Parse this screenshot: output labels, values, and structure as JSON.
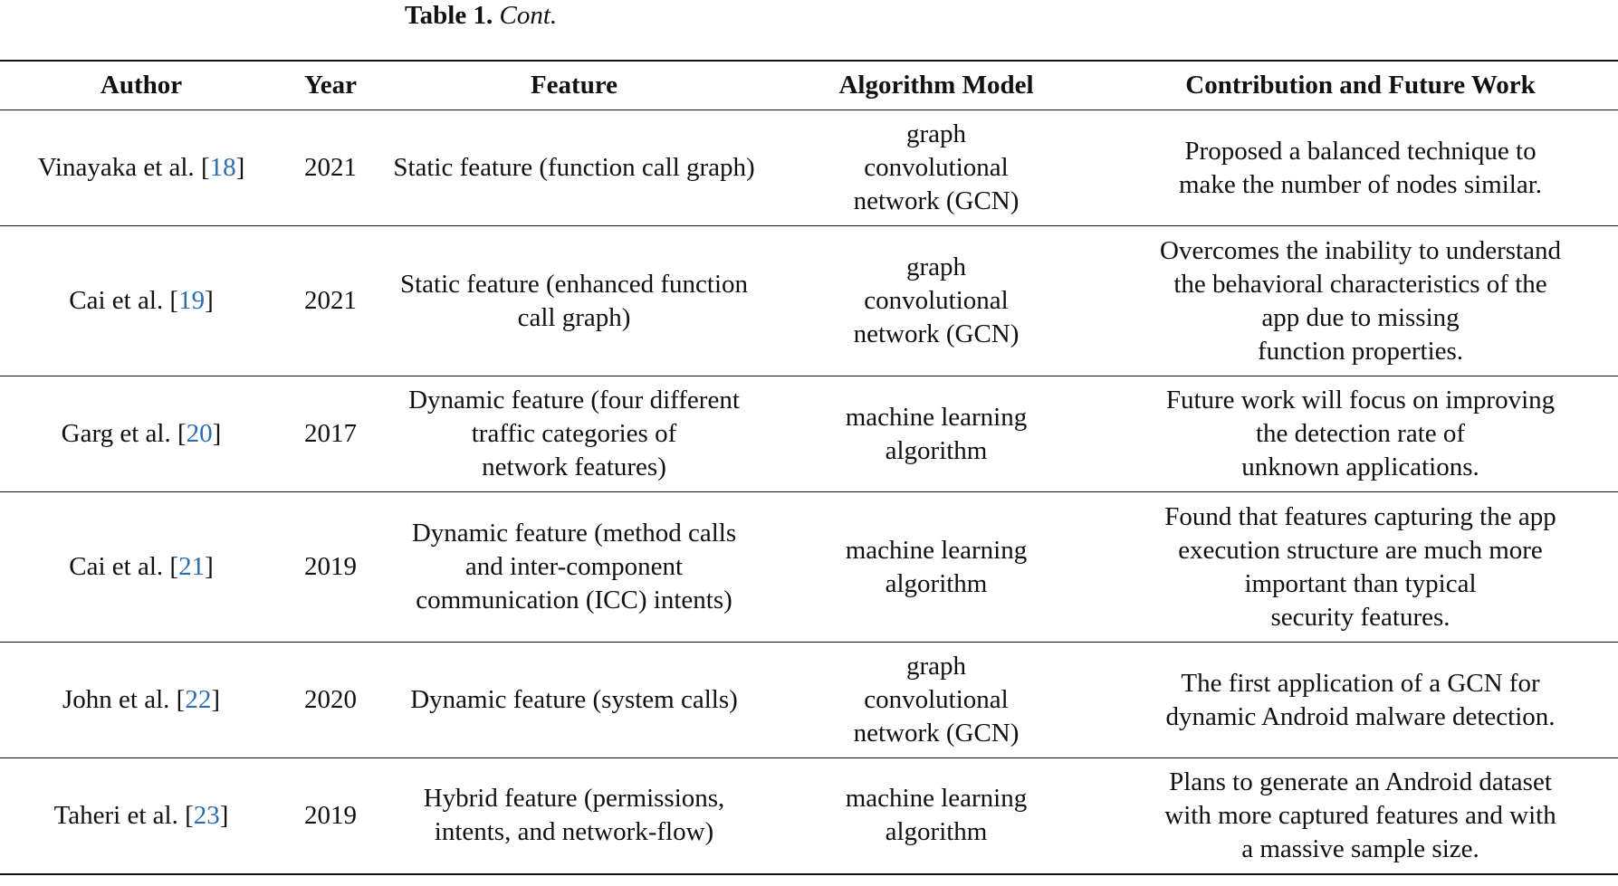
{
  "caption": {
    "label": "Table 1.",
    "text": "Cont."
  },
  "table": {
    "headers": [
      "Author",
      "Year",
      "Feature",
      "Algorithm Model",
      "Contribution and Future Work"
    ],
    "rows": [
      {
        "author": "Vinayaka et al. ",
        "ref": "18",
        "year": "2021",
        "feature": [
          "Static feature (function call graph)"
        ],
        "model": [
          "graph",
          "convolutional",
          "network (GCN)"
        ],
        "contribution": [
          "Proposed a balanced technique to",
          "make the number of nodes similar."
        ],
        "height": 128
      },
      {
        "author": "Cai et al. ",
        "ref": "19",
        "year": "2021",
        "feature": [
          "Static feature (enhanced function",
          "call graph)"
        ],
        "model": [
          "graph",
          "convolutional",
          "network (GCN)"
        ],
        "contribution": [
          "Overcomes the inability to understand",
          "the behavioral characteristics of the",
          "app due to missing",
          "function properties."
        ],
        "height": 166
      },
      {
        "author": "Garg et al. ",
        "ref": "20",
        "year": "2017",
        "feature": [
          "Dynamic feature (four different",
          "traffic categories of",
          "network features)"
        ],
        "model": [
          "machine learning",
          "algorithm"
        ],
        "contribution": [
          "Future work will focus on improving",
          "the detection rate of",
          "unknown applications."
        ],
        "height": 128
      },
      {
        "author": "Cai et al. ",
        "ref": "21",
        "year": "2019",
        "feature": [
          "Dynamic feature (method calls",
          "and inter-component",
          "communication (ICC) intents)"
        ],
        "model": [
          "machine learning",
          "algorithm"
        ],
        "contribution": [
          "Found that features capturing the app",
          "execution structure are much more",
          "important than typical",
          "security features."
        ],
        "height": 166
      },
      {
        "author": "John et al. ",
        "ref": "22",
        "year": "2020",
        "feature": [
          "Dynamic feature (system calls)"
        ],
        "model": [
          "graph",
          "convolutional",
          "network (GCN)"
        ],
        "contribution": [
          "The first application of a GCN for",
          "dynamic Android malware detection."
        ],
        "height": 128
      },
      {
        "author": "Taheri et al. ",
        "ref": "23",
        "year": "2019",
        "feature": [
          "Hybrid feature (permissions,",
          "intents, and network-flow)"
        ],
        "model": [
          "machine learning",
          "algorithm"
        ],
        "contribution": [
          "Plans to generate an Android dataset",
          "with more captured features and with",
          "a massive sample size."
        ],
        "height": 128
      }
    ]
  }
}
